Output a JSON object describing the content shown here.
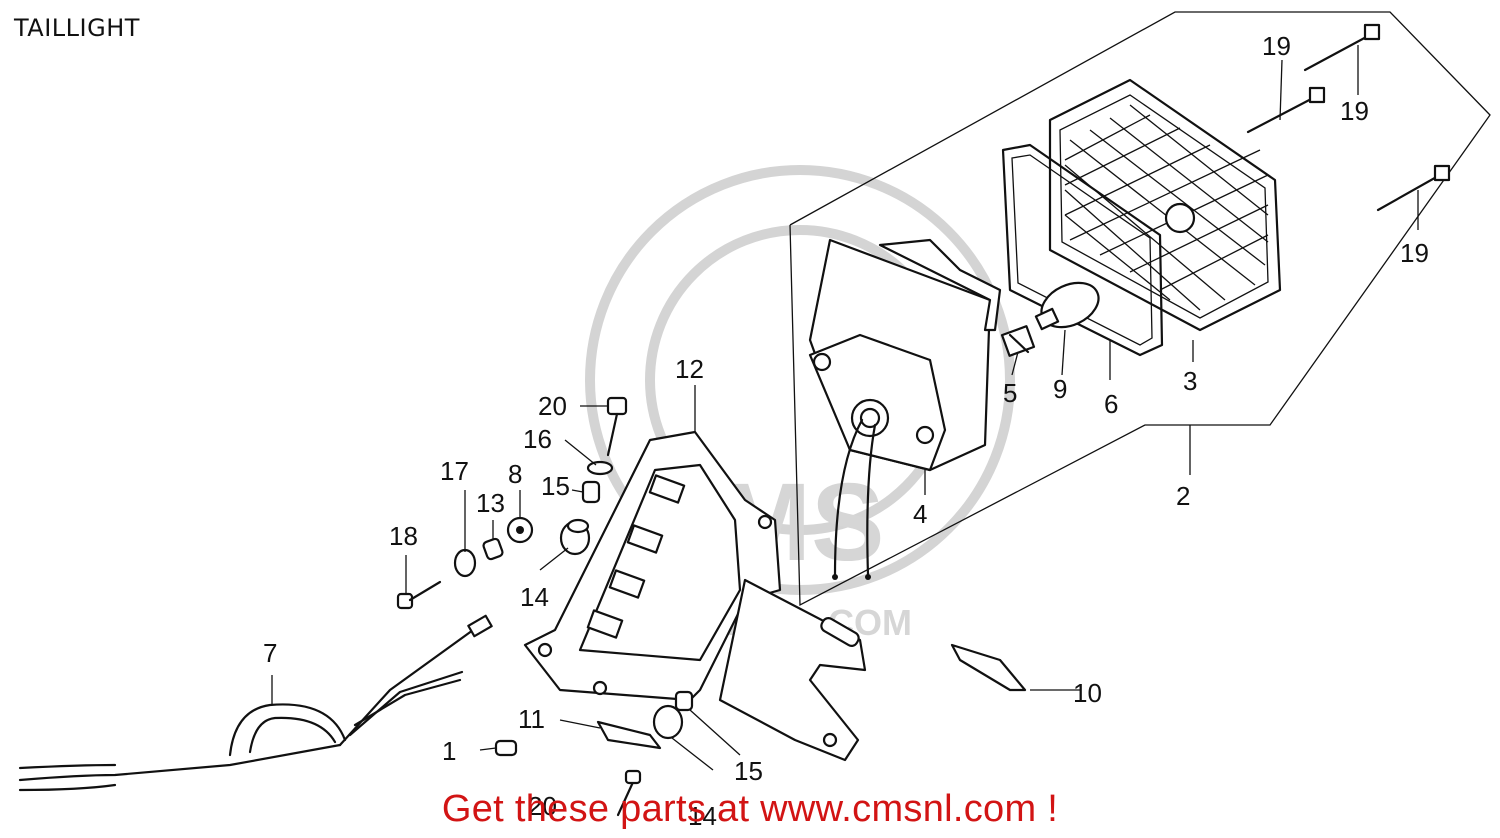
{
  "title": "TAILLIGHT",
  "watermark": {
    "brand": "CMS",
    "site": "WWW.CMSNL.COM"
  },
  "callouts": {
    "c1": "1",
    "c2": "2",
    "c3": "3",
    "c4": "4",
    "c5": "5",
    "c6": "6",
    "c7": "7",
    "c8": "8",
    "c9": "9",
    "c10": "10",
    "c11": "11",
    "c12": "12",
    "c13": "13",
    "c14a": "14",
    "c14b": "14",
    "c15a": "15",
    "c15b": "15",
    "c16": "16",
    "c17": "17",
    "c18": "18",
    "c19a": "19",
    "c19b": "19",
    "c19c": "19",
    "c20a": "20",
    "c20b": "20"
  },
  "footer": "Get these parts at www.cmsnl.com !",
  "colors": {
    "line": "#111111",
    "footer": "#d21414",
    "watermark": "#d4d4d4"
  }
}
